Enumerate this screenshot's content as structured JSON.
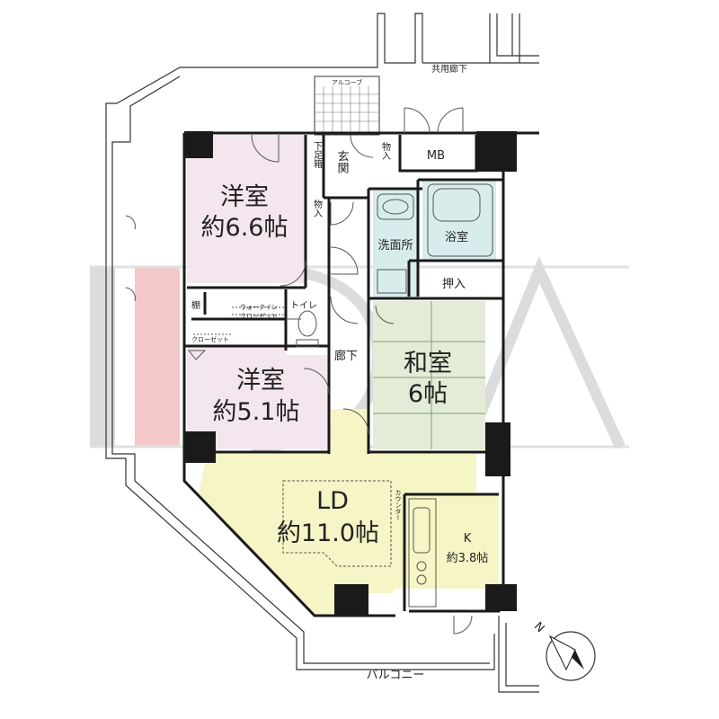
{
  "rooms": {
    "western1": {
      "name": "洋室",
      "size": "約6.6帖"
    },
    "western2": {
      "name": "洋室",
      "size": "約5.1帖"
    },
    "japanese": {
      "name": "和室",
      "size": "6帖"
    },
    "ld": {
      "name": "LD",
      "size": "約11.0帖"
    },
    "kitchen": {
      "name": "K",
      "size": "約3.8帖"
    },
    "entrance": "玄関",
    "shoe_box": "下足箱",
    "storage_entry": "物入",
    "storage_w1": "物入",
    "mb": "MB",
    "washroom": "洗面所",
    "bath": "浴室",
    "oshiire": "押入",
    "toilet": "トイレ",
    "shelf": "棚",
    "walkin": "ウォークイン\nクローゼット",
    "closet": "クローゼット",
    "corridor": "廊下",
    "counter": "カウンター",
    "balcony": "バルコニー",
    "alcove": "アルコーブ",
    "common_corridor": "共用廊下"
  },
  "compass": "N",
  "watermark": "IDA",
  "colors": {
    "western": "#f4e6ee",
    "japanese": "#e2ecd6",
    "ld": "#f5f5c6",
    "wet": "#d8ecec",
    "wall": "#1a1a1a",
    "watermark_red": "#f2c9c9",
    "watermark_gray": "#d4d4d4"
  }
}
